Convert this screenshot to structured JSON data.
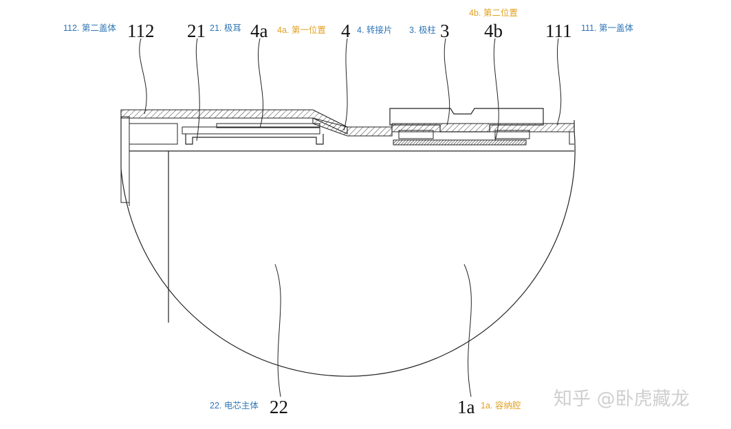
{
  "callouts": {
    "c112": {
      "num": "112",
      "caption": "112. 第二盖体"
    },
    "c21": {
      "num": "21",
      "caption": "21. 极耳"
    },
    "c4a": {
      "num": "4a",
      "caption": "4a. 第一位置"
    },
    "c4": {
      "num": "4",
      "caption": "4. 转接片"
    },
    "c3": {
      "num": "3",
      "caption": "3. 极柱"
    },
    "c4b": {
      "num": "4b",
      "caption": "4b. 第二位置"
    },
    "c111": {
      "num": "111",
      "caption": "111. 第一盖体"
    },
    "c22": {
      "num": "22",
      "caption": "22. 电芯主体"
    },
    "c1a": {
      "num": "1a",
      "caption": "1a. 容纳腔"
    }
  },
  "caption_colors": {
    "component": "#2E75B6",
    "position": "#E1A021"
  },
  "watermark": "知乎 @卧虎藏龙"
}
